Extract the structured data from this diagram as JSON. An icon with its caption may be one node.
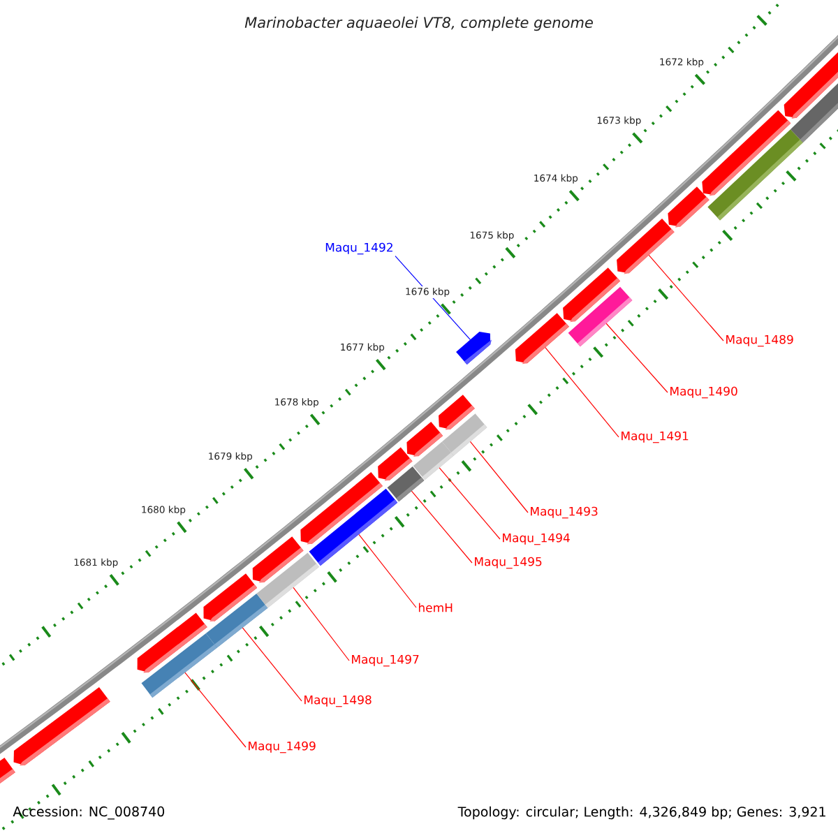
{
  "diagram": {
    "title": "Marinobacter aquaeolei VT8, complete genome",
    "nodes": [
      {
        "text": [
          "Maqu_1492"
        ]
      },
      {
        "text": [
          "Maqu_1489"
        ]
      },
      {
        "text": [
          "Maqu_1490"
        ]
      },
      {
        "text": [
          "Maqu_1491"
        ]
      },
      {
        "text": [
          "Maqu_1493"
        ]
      },
      {
        "text": [
          "Maqu_1494"
        ]
      },
      {
        "text": [
          "Maqu_1495"
        ]
      },
      {
        "text": [
          "hemH"
        ]
      },
      {
        "text": [
          "Maqu_1497"
        ]
      },
      {
        "text": [
          "Maqu_1498"
        ]
      },
      {
        "text": [
          "Maqu_1499"
        ]
      },
      {
        "text": [],
        "shape": "bar"
      },
      {
        "text": [],
        "shape": "bar"
      },
      {
        "text": [],
        "shape": "bar"
      },
      {
        "text": [],
        "shape": "bar"
      },
      {
        "text": [],
        "shape": "bar"
      },
      {
        "text": [],
        "shape": "bar"
      },
      {
        "text": [],
        "shape": "bar"
      },
      {
        "text": [],
        "shape": "bar"
      },
      {
        "text": [],
        "shape": "bar"
      },
      {
        "text": [],
        "shape": "bar"
      },
      {
        "text": [],
        "shape": "bar"
      },
      {
        "text": [],
        "shape": "bar"
      },
      {
        "text": [],
        "shape": "bar"
      },
      {
        "text": [],
        "shape": "bar"
      },
      {
        "text": [],
        "shape": "bar"
      },
      {
        "text": [],
        "shape": "bar"
      },
      {
        "text": [],
        "shape": "bar"
      },
      {
        "text": [],
        "shape": "bar"
      },
      {
        "text": [],
        "shape": "bar"
      },
      {
        "text": [],
        "shape": "bar"
      },
      {
        "text": [],
        "shape": "bar"
      },
      {
        "text": [],
        "shape": "bar"
      },
      {
        "text": [],
        "shape": "bar"
      },
      {
        "text": [],
        "shape": "bar"
      },
      {
        "text": [],
        "shape": "bar"
      },
      {
        "text": [],
        "shape": "bar"
      }
    ],
    "edges": [
      {
        "from": 0,
        "to": 27,
        "arrow": "none",
        "color": "#0000ff"
      },
      {
        "from": 1,
        "to": 31,
        "arrow": "none"
      },
      {
        "from": 2,
        "to": 30,
        "arrow": "none"
      },
      {
        "from": 3,
        "to": 28,
        "arrow": "none"
      },
      {
        "from": 4,
        "to": 26,
        "arrow": "none"
      },
      {
        "from": 5,
        "to": 24,
        "arrow": "none"
      },
      {
        "from": 6,
        "to": 22,
        "arrow": "none"
      },
      {
        "from": 7,
        "to": 20,
        "arrow": "none"
      },
      {
        "from": 8,
        "to": 18,
        "arrow": "none"
      },
      {
        "from": 9,
        "to": 16,
        "arrow": "none"
      },
      {
        "from": 10,
        "to": 14,
        "arrow": "none"
      }
    ],
    "labels": [
      "1672 kbp",
      "1673 kbp",
      "1674 kbp",
      "1675 kbp",
      "1676 kbp",
      "1677 kbp",
      "1678 kbp",
      "1679 kbp",
      "1680 kbp",
      "1681 kbp",
      "Accession: NC_008740",
      "Topology: circular; Length: 4,326,849 bp; Genes: 3,921"
    ]
  }
}
